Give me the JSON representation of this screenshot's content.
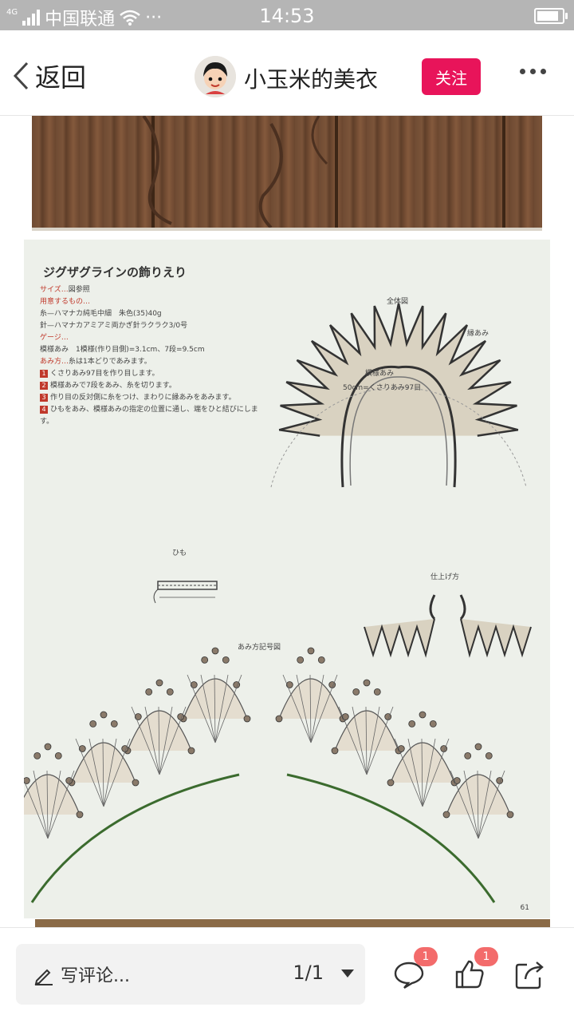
{
  "status_bar": {
    "signal": "4G",
    "carrier": "中国联通",
    "extra": "···",
    "time": "14:53",
    "battery_level": 0.85
  },
  "nav": {
    "back_label": "返回",
    "author_name": "小玉米的美衣",
    "follow_label": "关注"
  },
  "pattern": {
    "title": "ジグザグラインの飾りえり",
    "lines": [
      {
        "label": "サイズ…",
        "text": "図参照",
        "red": true
      },
      {
        "label": "用意するもの…",
        "text": "",
        "red": true
      },
      {
        "label": "",
        "text": "糸—ハマナカ純毛中細　朱色(35)40g",
        "red": false
      },
      {
        "label": "",
        "text": "針—ハマナカアミアミ両かぎ針ラクラク3/0号",
        "red": false
      },
      {
        "label": "ゲージ…",
        "text": "",
        "red": true
      },
      {
        "label": "",
        "text": "模様あみ　1模様(作り目側)=3.1cm、7段=9.5cm",
        "red": false
      },
      {
        "label": "あみ方…",
        "text": "糸は1本どりであみます。",
        "red": true
      }
    ],
    "steps": [
      {
        "num": "1",
        "text": "くさりあみ97目を作り目します。"
      },
      {
        "num": "2",
        "text": "模様あみで7段をあみ、糸を切ります。"
      },
      {
        "num": "3",
        "text": "作り目の反対側に糸をつけ、まわりに縁あみをあみます。"
      },
      {
        "num": "4",
        "text": "ひもをあみ、模様あみの指定の位置に通し、端をひと結びにします。"
      }
    ],
    "diagram_labels": {
      "overall": "全体図",
      "edge": "縁あみ",
      "pattern_st": "模様あみ",
      "chain": "50cm=くさりあみ97目",
      "cord": "ひも",
      "finish": "仕上げ方",
      "symbols": "あみ方記号図",
      "page": "61"
    }
  },
  "bottom_bar": {
    "comment_placeholder": "写评论...",
    "pager": "1/1",
    "comment_count": "1",
    "like_count": "1"
  }
}
